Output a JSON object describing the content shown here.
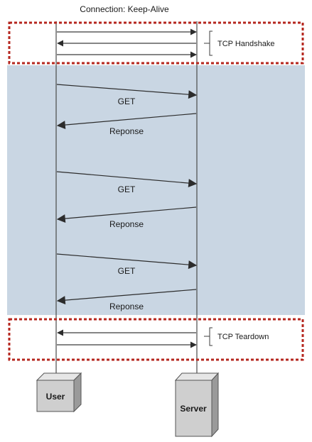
{
  "diagram": {
    "title": "Connection: Keep-Alive",
    "phases": {
      "handshake": "TCP Handshake",
      "teardown": "TCP Teardown"
    },
    "messages": [
      {
        "label": "GET"
      },
      {
        "label": "Reponse"
      },
      {
        "label": "GET"
      },
      {
        "label": "Reponse"
      },
      {
        "label": "GET"
      },
      {
        "label": "Reponse"
      }
    ],
    "endpoints": {
      "client": "User",
      "server": "Server"
    },
    "colors": {
      "request_band": "#c9d6e3",
      "phase_border": "#b5261e",
      "arrow": "#3c3c3c",
      "endpoint_box": "#cfcfcf"
    }
  }
}
